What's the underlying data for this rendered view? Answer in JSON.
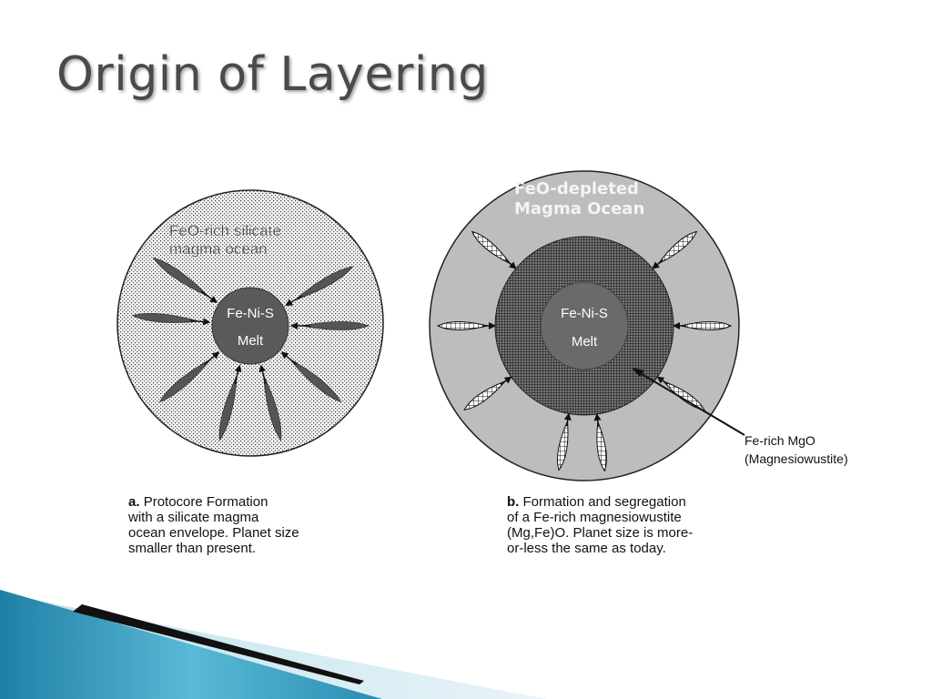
{
  "slide": {
    "title": "Origin of Layering"
  },
  "panel_a": {
    "outer_label": [
      "FeO-rich silicate",
      "magma ocean"
    ],
    "core_label": [
      "Fe-Ni-S",
      "Melt"
    ],
    "caption_bold": "a.",
    "caption_lines": [
      "Protocore Formation",
      "with a silicate magma",
      "ocean envelope. Planet size",
      "smaller than present."
    ]
  },
  "panel_b": {
    "outer_label": [
      "FeO-depleted",
      "Magma Ocean"
    ],
    "core_label": [
      "Fe-Ni-S",
      "Melt"
    ],
    "callout_label": [
      "Fe-rich MgO",
      "(Magnesiowustite)"
    ],
    "caption_bold": "b.",
    "caption_lines": [
      "Formation and segregation",
      "of a Fe-rich magnesiowustite",
      "(Mg,Fe)O. Planet size is more-",
      "or-less the same as today."
    ]
  },
  "colors": {
    "title": "#4a4a4a",
    "silicate_fill": "#f2f2f2",
    "core_fill": "#5a5a5a",
    "mantle_b_fill": "#bdbdbd",
    "mesh_fill": "#4d4d4d",
    "footer_blue": "#3a9fc0"
  }
}
